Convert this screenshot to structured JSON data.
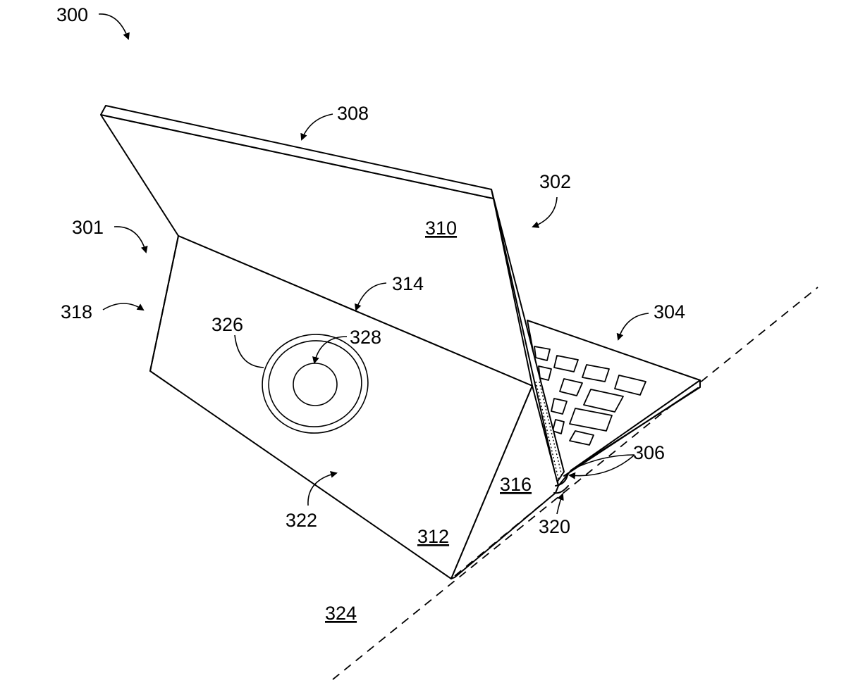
{
  "figure": {
    "labels": {
      "l300": "300",
      "l301": "301",
      "l302": "302",
      "l304": "304",
      "l306": "306",
      "l308": "308",
      "l310": "310",
      "l312": "312",
      "l314": "314",
      "l316": "316",
      "l318": "318",
      "l320": "320",
      "l322": "322",
      "l324": "324",
      "l326": "326",
      "l328": "328"
    }
  }
}
